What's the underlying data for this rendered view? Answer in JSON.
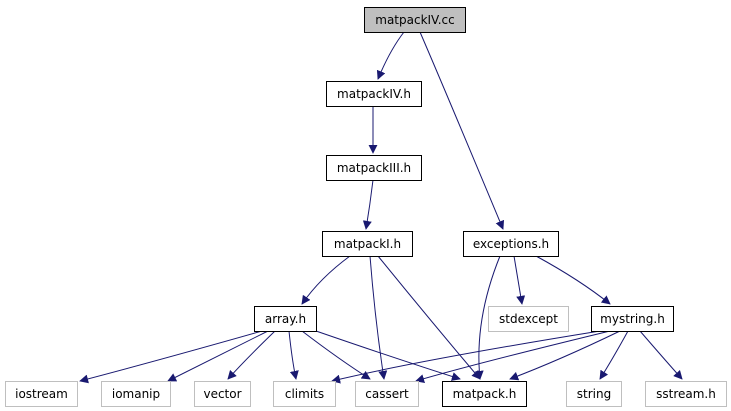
{
  "graph": {
    "nodes": [
      {
        "id": "matpackIV_cc",
        "label": "matpackIV.cc",
        "style": "root"
      },
      {
        "id": "matpackIV_h",
        "label": "matpackIV.h",
        "style": "normal"
      },
      {
        "id": "matpackIII_h",
        "label": "matpackIII.h",
        "style": "normal"
      },
      {
        "id": "matpackI_h",
        "label": "matpackI.h",
        "style": "normal"
      },
      {
        "id": "exceptions_h",
        "label": "exceptions.h",
        "style": "normal"
      },
      {
        "id": "array_h",
        "label": "array.h",
        "style": "normal"
      },
      {
        "id": "stdexcept",
        "label": "stdexcept",
        "style": "external"
      },
      {
        "id": "mystring_h",
        "label": "mystring.h",
        "style": "normal"
      },
      {
        "id": "iostream",
        "label": "iostream",
        "style": "external"
      },
      {
        "id": "iomanip",
        "label": "iomanip",
        "style": "external"
      },
      {
        "id": "vector",
        "label": "vector",
        "style": "external"
      },
      {
        "id": "climits",
        "label": "climits",
        "style": "external"
      },
      {
        "id": "cassert",
        "label": "cassert",
        "style": "external"
      },
      {
        "id": "matpack_h",
        "label": "matpack.h",
        "style": "normal"
      },
      {
        "id": "string",
        "label": "string",
        "style": "external"
      },
      {
        "id": "sstream_h",
        "label": "sstream.h",
        "style": "external"
      }
    ],
    "edges": [
      {
        "from": "matpackIV_cc",
        "to": "matpackIV_h"
      },
      {
        "from": "matpackIV_cc",
        "to": "exceptions_h"
      },
      {
        "from": "matpackIV_h",
        "to": "matpackIII_h"
      },
      {
        "from": "matpackIII_h",
        "to": "matpackI_h"
      },
      {
        "from": "matpackI_h",
        "to": "array_h"
      },
      {
        "from": "matpackI_h",
        "to": "cassert"
      },
      {
        "from": "matpackI_h",
        "to": "matpack_h"
      },
      {
        "from": "exceptions_h",
        "to": "matpack_h"
      },
      {
        "from": "exceptions_h",
        "to": "stdexcept"
      },
      {
        "from": "exceptions_h",
        "to": "mystring_h"
      },
      {
        "from": "array_h",
        "to": "iostream"
      },
      {
        "from": "array_h",
        "to": "iomanip"
      },
      {
        "from": "array_h",
        "to": "vector"
      },
      {
        "from": "array_h",
        "to": "climits"
      },
      {
        "from": "array_h",
        "to": "cassert"
      },
      {
        "from": "array_h",
        "to": "matpack_h"
      },
      {
        "from": "mystring_h",
        "to": "climits"
      },
      {
        "from": "mystring_h",
        "to": "cassert"
      },
      {
        "from": "mystring_h",
        "to": "matpack_h"
      },
      {
        "from": "mystring_h",
        "to": "string"
      },
      {
        "from": "mystring_h",
        "to": "sstream_h"
      }
    ],
    "colors": {
      "root_fill": "#bfbfbf",
      "normal_stroke": "#000000",
      "external_stroke": "#bfbfbf",
      "edge": "#191970",
      "label": "#000000"
    }
  }
}
